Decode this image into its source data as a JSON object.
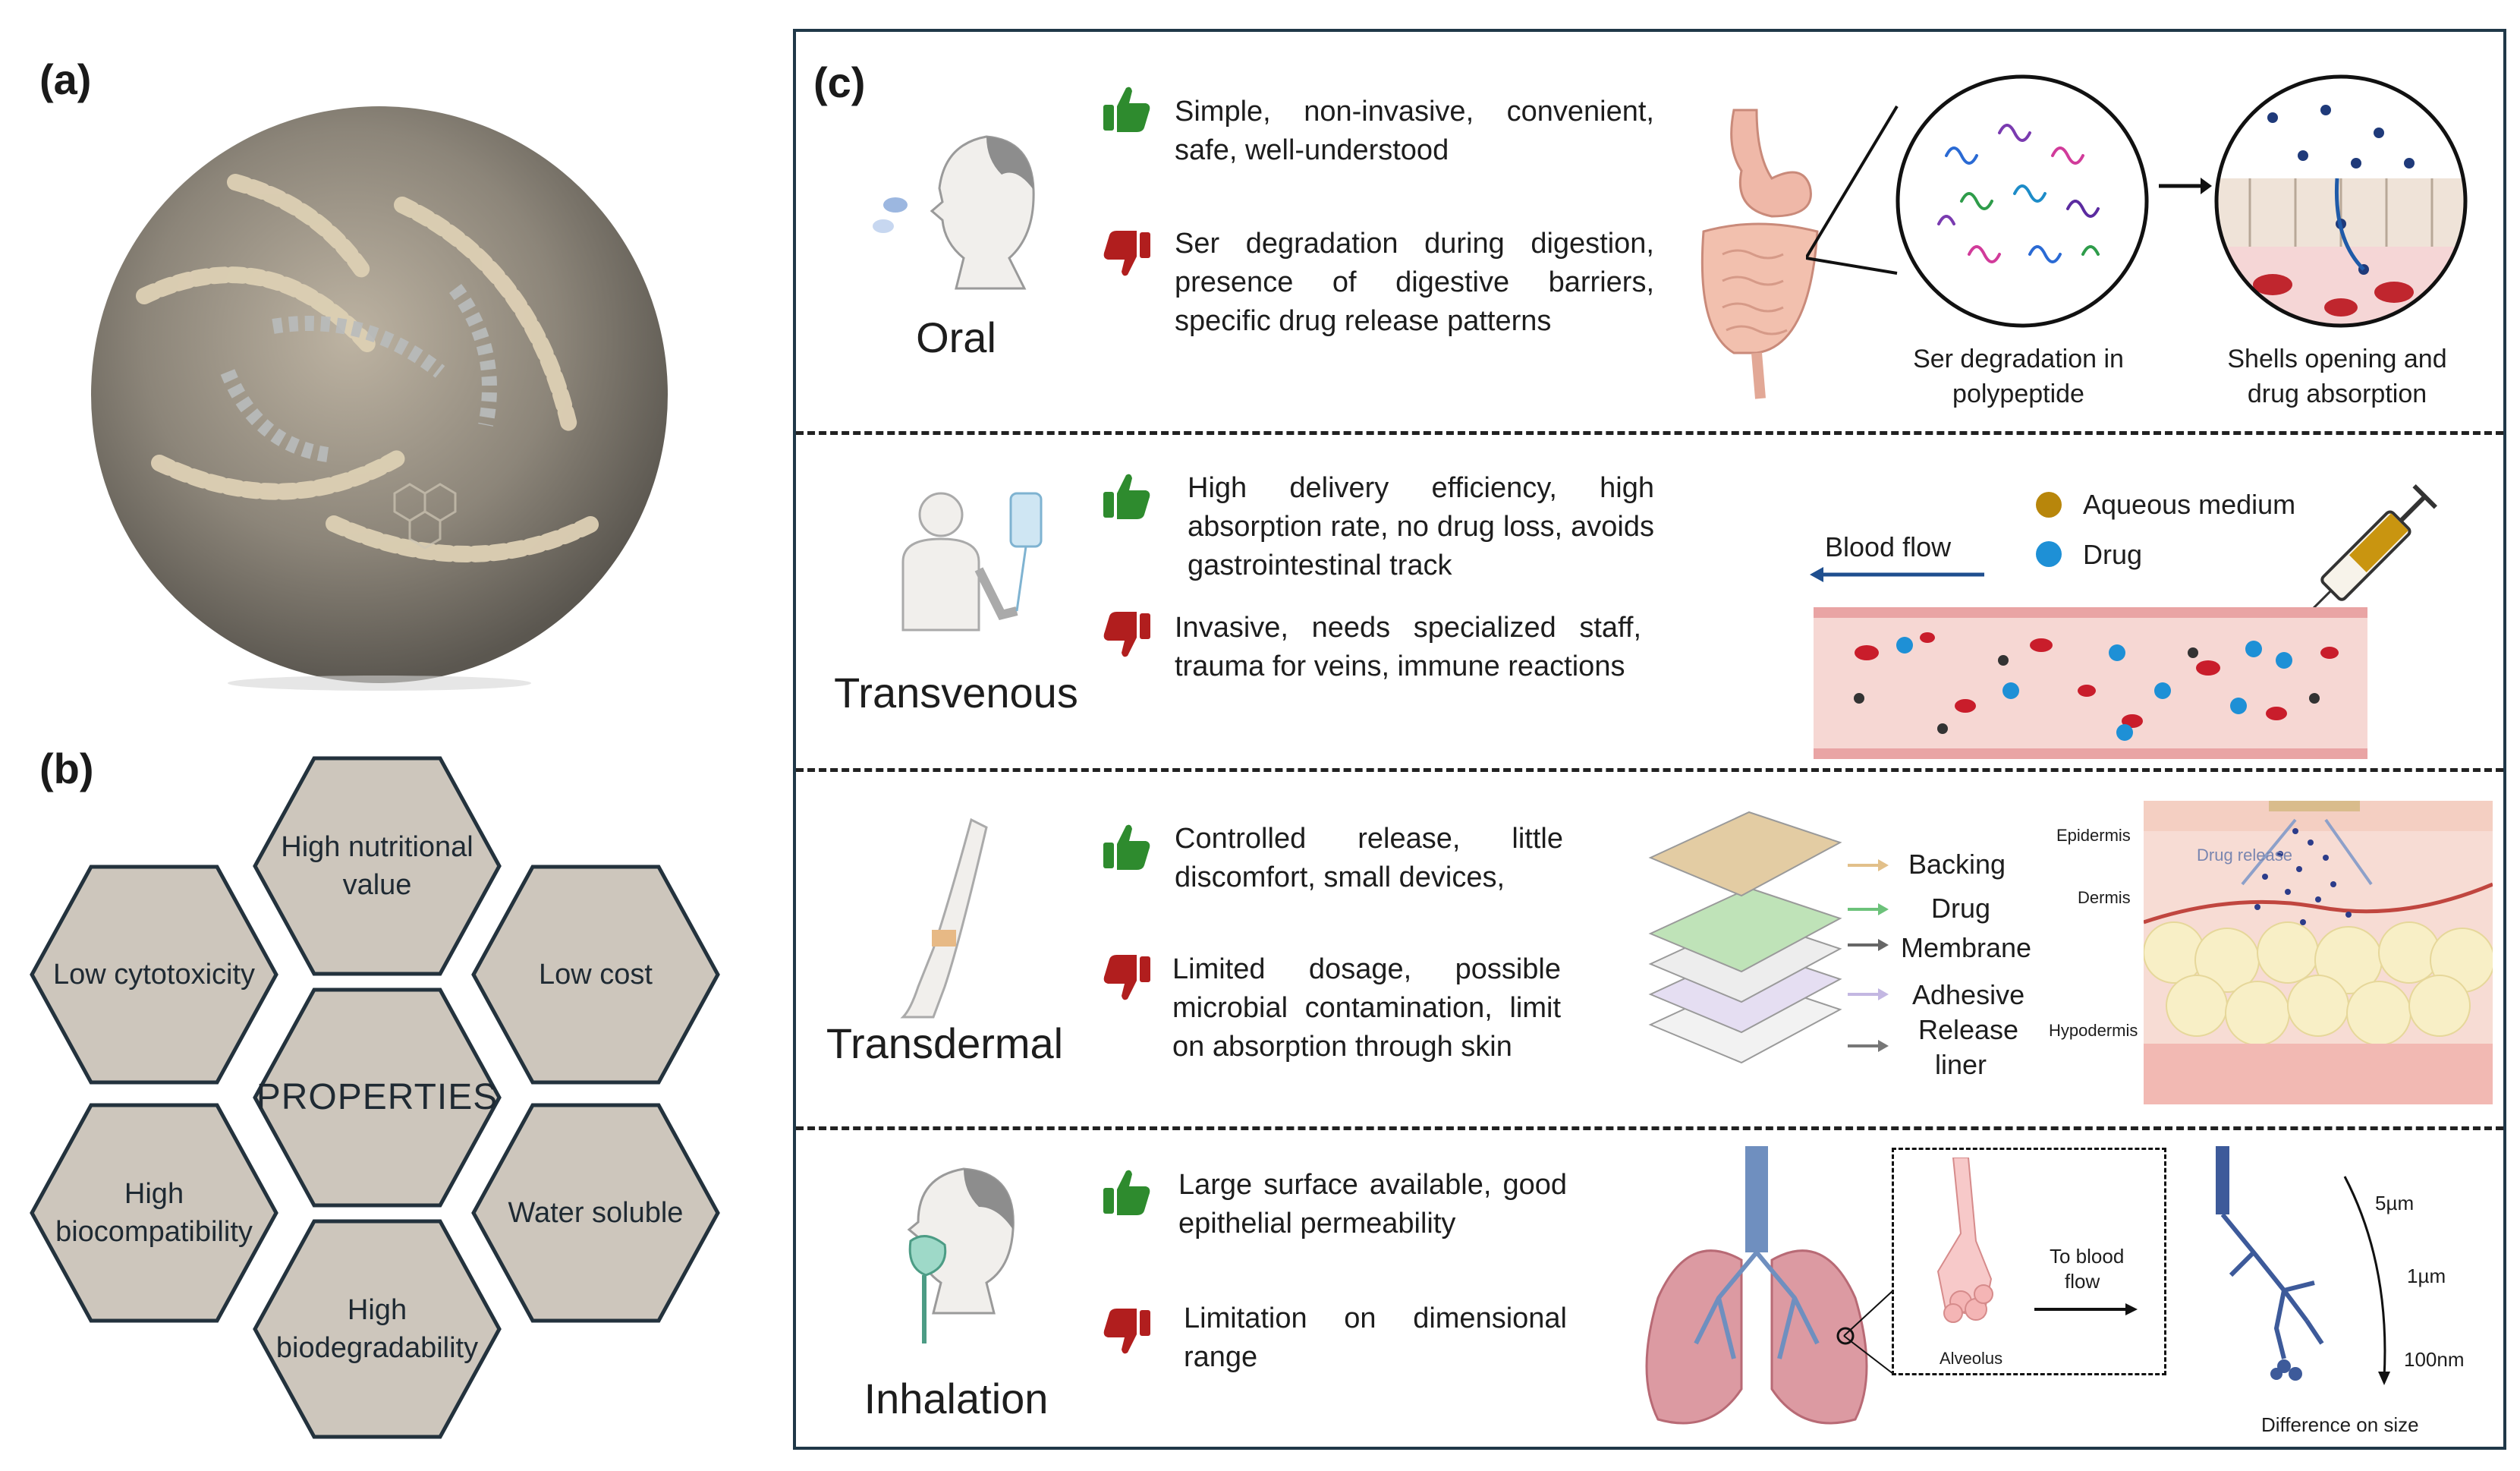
{
  "labels": {
    "a": "(a)",
    "b": "(b)",
    "c": "(c)"
  },
  "properties": {
    "center": "PROPERTIES",
    "items": [
      "High nutritional value",
      "Low cytotoxicity",
      "Low cost",
      "High biocompatibility",
      "Water soluble",
      "High biodegradability"
    ]
  },
  "routes": [
    {
      "name": "Oral",
      "pro": "Simple, non-invasive, convenient, safe, well-understood",
      "con": "Ser degradation during digestion, presence of digestive barriers, specific drug release patterns",
      "captions": [
        "Ser degradation in polypeptide",
        "Shells opening and drug absorption"
      ]
    },
    {
      "name": "Transvenous",
      "pro": "High delivery efficiency, high absorption rate, no drug loss, avoids gastrointestinal track",
      "con": "Invasive, needs specialized staff, trauma for veins, immune reactions",
      "legend": {
        "aqueous": "Aqueous medium",
        "drug": "Drug",
        "flow": "Blood flow"
      }
    },
    {
      "name": "Transdermal",
      "pro": "Controlled release, little discomfort, small devices,",
      "con": "Limited dosage, possible microbial contamination, limit on absorption through skin",
      "layers": [
        "Backing",
        "Drug",
        "Membrane",
        "Adhesive",
        "Release",
        "liner"
      ],
      "skin": {
        "epidermis": "Epidermis",
        "dermis": "Dermis",
        "hypodermis": "Hypodermis",
        "release": "Drug release"
      }
    },
    {
      "name": "Inhalation",
      "pro": "Large surface available, good epithelial permeability",
      "con": "Limitation on dimensional range",
      "diagram": {
        "alveolus": "Alveolus",
        "toblood1": "To blood",
        "toblood2": "flow",
        "s1": "5µm",
        "s2": "1µm",
        "s3": "100nm",
        "diff": "Difference on size"
      }
    }
  ],
  "colors": {
    "frame": "#203848",
    "hex_fill": "#cdc6bc",
    "hex_stroke": "#23323d",
    "thumb_up": "#2e8b2e",
    "thumb_down": "#b11e1e",
    "blood": "#f3c9c9",
    "aqueous": "#b8860b",
    "drug": "#1e90d6"
  },
  "icons": [
    "thumbs-up-icon",
    "thumbs-down-icon",
    "arrow-icon"
  ]
}
